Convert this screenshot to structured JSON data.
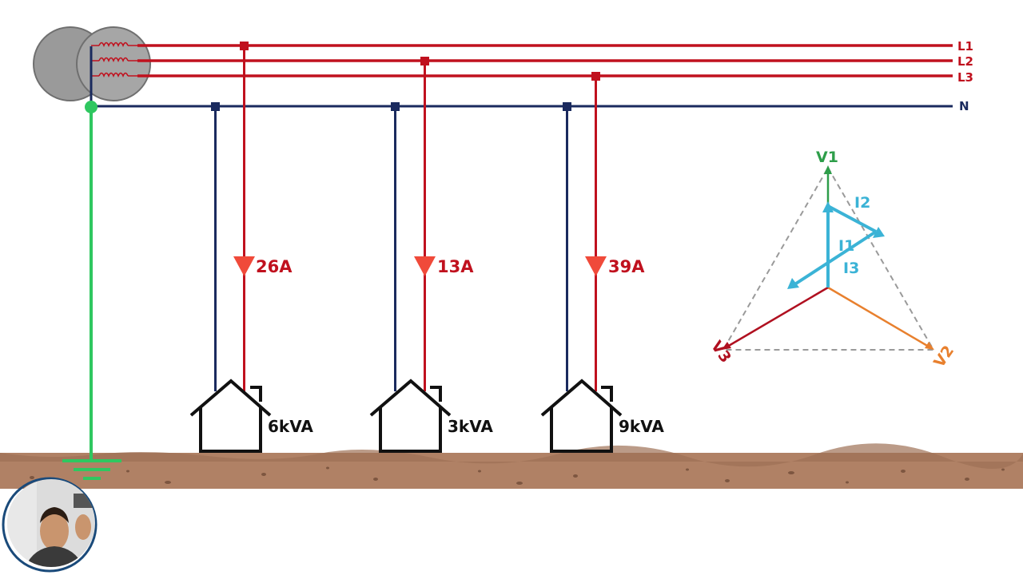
{
  "lines": {
    "l1": "L1",
    "l2": "L2",
    "l3": "L3",
    "n": "N"
  },
  "branches": [
    {
      "current": "26A",
      "load": "6kVA"
    },
    {
      "current": "13A",
      "load": "3kVA"
    },
    {
      "current": "39A",
      "load": "9kVA"
    }
  ],
  "phasor": {
    "v1": "V1",
    "v2": "V2",
    "v3": "V3",
    "i1": "I1",
    "i2": "I2",
    "i3": "I3"
  },
  "colors": {
    "phase_line": "#c0111e",
    "neutral": "#1a2a5e",
    "earth": "#2fc760",
    "current_arrow": "#f04a3a",
    "v1": "#2e9e4a",
    "v2": "#e8802e",
    "v3": "#b01020",
    "current_phasor": "#3bb3d6",
    "ground": "#b08165",
    "house": "#111111"
  },
  "icons": {
    "transformer": "transformer-icon",
    "house": "house-icon",
    "ground_symbol": "earth-ground-icon",
    "presenter": "presenter-webcam-icon"
  }
}
